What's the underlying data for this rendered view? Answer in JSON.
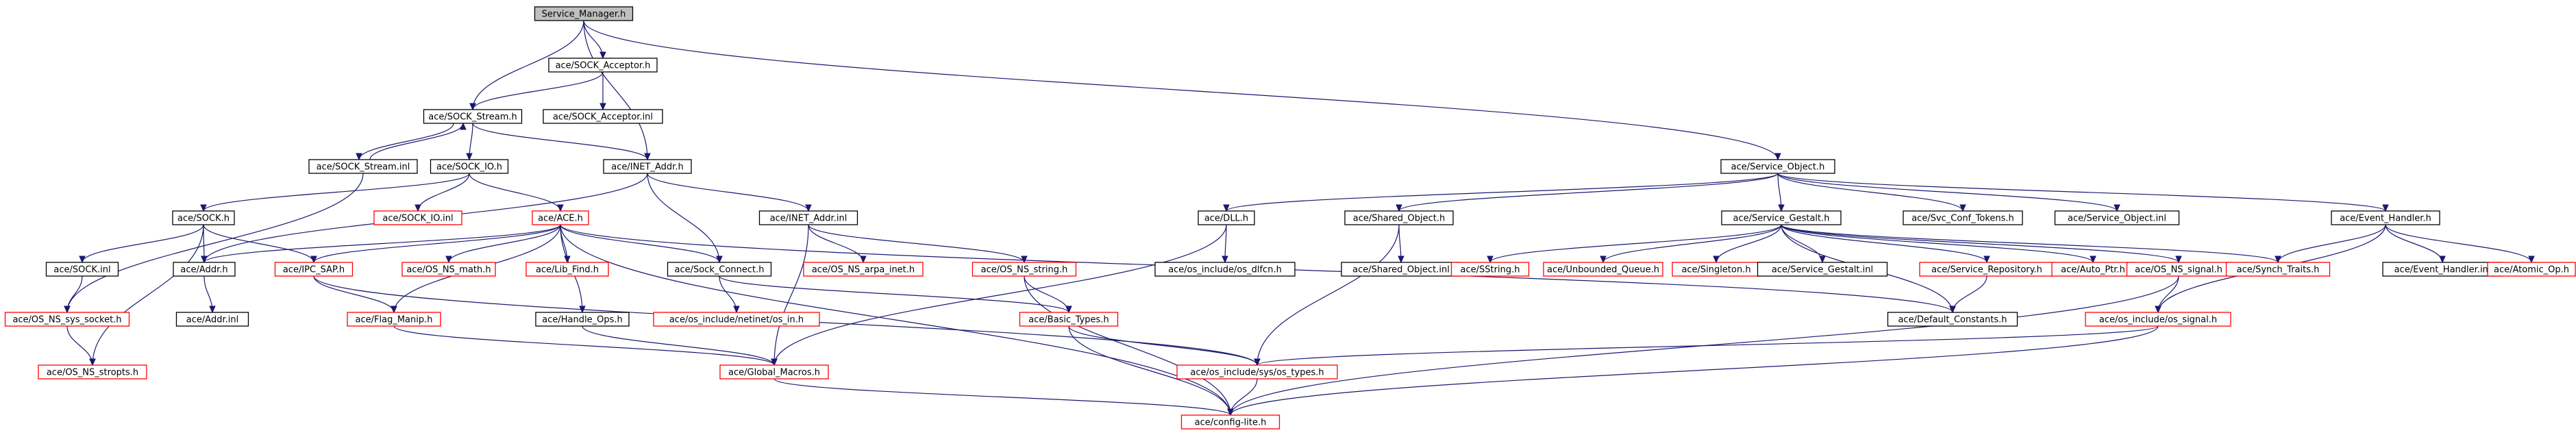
{
  "title": "Service_Manager.h",
  "colors": {
    "edge": "#191970",
    "node_border_black": "#000000",
    "node_border_red": "#ff0000",
    "root_fill": "#bfbfbf",
    "background": "#ffffff"
  },
  "nodes": [
    {
      "id": "n_root",
      "label": "Service_Manager.h",
      "border": "black",
      "root": true
    },
    {
      "id": "n_sock_acceptor_h",
      "label": "ace/SOCK_Acceptor.h",
      "border": "black"
    },
    {
      "id": "n_sock_acceptor_inl",
      "label": "ace/SOCK_Acceptor.inl",
      "border": "black"
    },
    {
      "id": "n_sock_stream_h",
      "label": "ace/SOCK_Stream.h",
      "border": "black"
    },
    {
      "id": "n_sock_stream_inl",
      "label": "ace/SOCK_Stream.inl",
      "border": "black"
    },
    {
      "id": "n_sock_io_h",
      "label": "ace/SOCK_IO.h",
      "border": "black"
    },
    {
      "id": "n_sock_io_inl",
      "label": "ace/SOCK_IO.inl",
      "border": "red"
    },
    {
      "id": "n_inet_addr_h",
      "label": "ace/INET_Addr.h",
      "border": "black"
    },
    {
      "id": "n_inet_addr_inl",
      "label": "ace/INET_Addr.inl",
      "border": "black"
    },
    {
      "id": "n_sock_h",
      "label": "ace/SOCK.h",
      "border": "black"
    },
    {
      "id": "n_sock_inl",
      "label": "ace/SOCK.inl",
      "border": "black"
    },
    {
      "id": "n_addr_h",
      "label": "ace/Addr.h",
      "border": "black"
    },
    {
      "id": "n_addr_inl",
      "label": "ace/Addr.inl",
      "border": "black"
    },
    {
      "id": "n_ipc_sap_h",
      "label": "ace/IPC_SAP.h",
      "border": "red"
    },
    {
      "id": "n_ace_h",
      "label": "ace/ACE.h",
      "border": "red"
    },
    {
      "id": "n_os_ns_math_h",
      "label": "ace/OS_NS_math.h",
      "border": "red"
    },
    {
      "id": "n_lib_find_h",
      "label": "ace/Lib_Find.h",
      "border": "red"
    },
    {
      "id": "n_sock_connect_h",
      "label": "ace/Sock_Connect.h",
      "border": "black"
    },
    {
      "id": "n_os_ns_arpa_inet_h",
      "label": "ace/OS_NS_arpa_inet.h",
      "border": "red"
    },
    {
      "id": "n_os_ns_string_h",
      "label": "ace/OS_NS_string.h",
      "border": "red"
    },
    {
      "id": "n_os_ns_sys_socket_h",
      "label": "ace/OS_NS_sys_socket.h",
      "border": "red"
    },
    {
      "id": "n_os_ns_stropts_h",
      "label": "ace/OS_NS_stropts.h",
      "border": "red"
    },
    {
      "id": "n_flag_manip_h",
      "label": "ace/Flag_Manip.h",
      "border": "red"
    },
    {
      "id": "n_handle_ops_h",
      "label": "ace/Handle_Ops.h",
      "border": "black"
    },
    {
      "id": "n_netinet_in_h",
      "label": "ace/os_include/netinet/os_in.h",
      "border": "red"
    },
    {
      "id": "n_basic_types_h",
      "label": "ace/Basic_Types.h",
      "border": "red"
    },
    {
      "id": "n_global_macros_h",
      "label": "ace/Global_Macros.h",
      "border": "red"
    },
    {
      "id": "n_sys_types_h",
      "label": "ace/os_include/sys/os_types.h",
      "border": "red"
    },
    {
      "id": "n_config_lite_h",
      "label": "ace/config-lite.h",
      "border": "red"
    },
    {
      "id": "n_service_object_h",
      "label": "ace/Service_Object.h",
      "border": "black"
    },
    {
      "id": "n_dll_h",
      "label": "ace/DLL.h",
      "border": "black"
    },
    {
      "id": "n_dlfcn_h",
      "label": "ace/os_include/os_dlfcn.h",
      "border": "black"
    },
    {
      "id": "n_shared_object_h",
      "label": "ace/Shared_Object.h",
      "border": "black"
    },
    {
      "id": "n_shared_object_inl",
      "label": "ace/Shared_Object.inl",
      "border": "black"
    },
    {
      "id": "n_service_gestalt_h",
      "label": "ace/Service_Gestalt.h",
      "border": "black"
    },
    {
      "id": "n_svc_conf_tokens_h",
      "label": "ace/Svc_Conf_Tokens.h",
      "border": "black"
    },
    {
      "id": "n_service_object_inl",
      "label": "ace/Service_Object.inl",
      "border": "black"
    },
    {
      "id": "n_event_handler_h",
      "label": "ace/Event_Handler.h",
      "border": "black"
    },
    {
      "id": "n_sstring_h",
      "label": "ace/SString.h",
      "border": "red"
    },
    {
      "id": "n_unbounded_queue_h",
      "label": "ace/Unbounded_Queue.h",
      "border": "red"
    },
    {
      "id": "n_singleton_h",
      "label": "ace/Singleton.h",
      "border": "red"
    },
    {
      "id": "n_service_gestalt_inl",
      "label": "ace/Service_Gestalt.inl",
      "border": "black"
    },
    {
      "id": "n_service_repository_h",
      "label": "ace/Service_Repository.h",
      "border": "red"
    },
    {
      "id": "n_auto_ptr_h",
      "label": "ace/Auto_Ptr.h",
      "border": "red"
    },
    {
      "id": "n_os_ns_signal_h",
      "label": "ace/OS_NS_signal.h",
      "border": "red"
    },
    {
      "id": "n_synch_traits_h",
      "label": "ace/Synch_Traits.h",
      "border": "red"
    },
    {
      "id": "n_event_handler_inl",
      "label": "ace/Event_Handler.inl",
      "border": "black"
    },
    {
      "id": "n_atomic_op_h",
      "label": "ace/Atomic_Op.h",
      "border": "red"
    },
    {
      "id": "n_default_constants_h",
      "label": "ace/Default_Constants.h",
      "border": "black"
    },
    {
      "id": "n_os_signal_h",
      "label": "ace/os_include/os_signal.h",
      "border": "red"
    }
  ],
  "edges": [
    [
      "n_root",
      "n_sock_acceptor_h"
    ],
    [
      "n_root",
      "n_sock_stream_h"
    ],
    [
      "n_root",
      "n_inet_addr_h"
    ],
    [
      "n_root",
      "n_service_object_h"
    ],
    [
      "n_sock_acceptor_h",
      "n_sock_stream_h"
    ],
    [
      "n_sock_acceptor_h",
      "n_sock_acceptor_inl"
    ],
    [
      "n_sock_stream_h",
      "n_sock_stream_inl"
    ],
    [
      "n_sock_stream_inl",
      "n_sock_stream_h"
    ],
    [
      "n_sock_stream_h",
      "n_sock_io_h"
    ],
    [
      "n_sock_stream_h",
      "n_inet_addr_h"
    ],
    [
      "n_sock_stream_inl",
      "n_os_ns_sys_socket_h"
    ],
    [
      "n_sock_io_h",
      "n_sock_h"
    ],
    [
      "n_sock_io_h",
      "n_sock_io_inl"
    ],
    [
      "n_sock_io_h",
      "n_ace_h"
    ],
    [
      "n_inet_addr_h",
      "n_addr_h"
    ],
    [
      "n_inet_addr_h",
      "n_inet_addr_inl"
    ],
    [
      "n_inet_addr_h",
      "n_sock_connect_h"
    ],
    [
      "n_sock_h",
      "n_sock_inl"
    ],
    [
      "n_sock_h",
      "n_addr_h"
    ],
    [
      "n_sock_h",
      "n_ipc_sap_h"
    ],
    [
      "n_sock_h",
      "n_os_ns_stropts_h"
    ],
    [
      "n_sock_inl",
      "n_os_ns_sys_socket_h"
    ],
    [
      "n_os_ns_sys_socket_h",
      "n_os_ns_stropts_h"
    ],
    [
      "n_addr_h",
      "n_addr_inl"
    ],
    [
      "n_ipc_sap_h",
      "n_flag_manip_h"
    ],
    [
      "n_ipc_sap_h",
      "n_sys_types_h"
    ],
    [
      "n_ace_h",
      "n_addr_h"
    ],
    [
      "n_ace_h",
      "n_ipc_sap_h"
    ],
    [
      "n_ace_h",
      "n_os_ns_math_h"
    ],
    [
      "n_ace_h",
      "n_lib_find_h"
    ],
    [
      "n_ace_h",
      "n_sock_connect_h"
    ],
    [
      "n_ace_h",
      "n_flag_manip_h"
    ],
    [
      "n_ace_h",
      "n_handle_ops_h"
    ],
    [
      "n_ace_h",
      "n_default_constants_h"
    ],
    [
      "n_ace_h",
      "n_config_lite_h"
    ],
    [
      "n_inet_addr_inl",
      "n_os_ns_arpa_inet_h"
    ],
    [
      "n_inet_addr_inl",
      "n_os_ns_string_h"
    ],
    [
      "n_inet_addr_inl",
      "n_global_macros_h"
    ],
    [
      "n_sock_connect_h",
      "n_netinet_in_h"
    ],
    [
      "n_sock_connect_h",
      "n_basic_types_h"
    ],
    [
      "n_os_ns_string_h",
      "n_basic_types_h"
    ],
    [
      "n_os_ns_string_h",
      "n_config_lite_h"
    ],
    [
      "n_flag_manip_h",
      "n_global_macros_h"
    ],
    [
      "n_handle_ops_h",
      "n_global_macros_h"
    ],
    [
      "n_basic_types_h",
      "n_sys_types_h"
    ],
    [
      "n_basic_types_h",
      "n_config_lite_h"
    ],
    [
      "n_global_macros_h",
      "n_config_lite_h"
    ],
    [
      "n_sys_types_h",
      "n_config_lite_h"
    ],
    [
      "n_service_object_h",
      "n_dll_h"
    ],
    [
      "n_service_object_h",
      "n_shared_object_h"
    ],
    [
      "n_service_object_h",
      "n_service_gestalt_h"
    ],
    [
      "n_service_object_h",
      "n_svc_conf_tokens_h"
    ],
    [
      "n_service_object_h",
      "n_service_object_inl"
    ],
    [
      "n_service_object_h",
      "n_event_handler_h"
    ],
    [
      "n_dll_h",
      "n_dlfcn_h"
    ],
    [
      "n_dll_h",
      "n_global_macros_h"
    ],
    [
      "n_shared_object_h",
      "n_shared_object_inl"
    ],
    [
      "n_shared_object_h",
      "n_sys_types_h"
    ],
    [
      "n_service_gestalt_h",
      "n_sstring_h"
    ],
    [
      "n_service_gestalt_h",
      "n_unbounded_queue_h"
    ],
    [
      "n_service_gestalt_h",
      "n_singleton_h"
    ],
    [
      "n_service_gestalt_h",
      "n_service_gestalt_inl"
    ],
    [
      "n_service_gestalt_h",
      "n_service_repository_h"
    ],
    [
      "n_service_gestalt_h",
      "n_auto_ptr_h"
    ],
    [
      "n_service_gestalt_h",
      "n_os_ns_signal_h"
    ],
    [
      "n_service_gestalt_h",
      "n_synch_traits_h"
    ],
    [
      "n_service_gestalt_h",
      "n_default_constants_h"
    ],
    [
      "n_service_repository_h",
      "n_default_constants_h"
    ],
    [
      "n_os_ns_signal_h",
      "n_os_signal_h"
    ],
    [
      "n_os_ns_signal_h",
      "n_config_lite_h"
    ],
    [
      "n_os_signal_h",
      "n_sys_types_h"
    ],
    [
      "n_os_signal_h",
      "n_config_lite_h"
    ],
    [
      "n_event_handler_h",
      "n_synch_traits_h"
    ],
    [
      "n_event_handler_h",
      "n_event_handler_inl"
    ],
    [
      "n_event_handler_h",
      "n_atomic_op_h"
    ],
    [
      "n_event_handler_h",
      "n_os_signal_h"
    ]
  ]
}
